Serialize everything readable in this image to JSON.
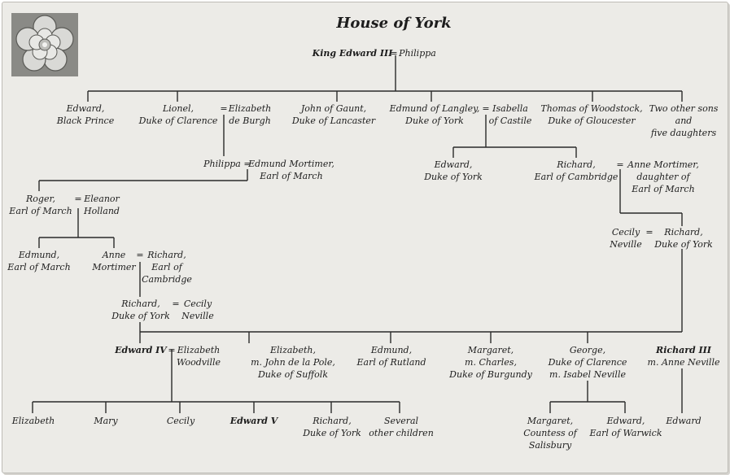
{
  "title": "House of York",
  "people": {
    "edward_iii": "King Edward III",
    "philippa_h": "Philippa",
    "black_prince": "Edward,\nBlack Prince",
    "lionel": "Lionel,\nDuke of Clarence",
    "eliz_burgh": "Elizabeth\nde Burgh",
    "john_gaunt": "John of Gaunt,\nDuke of Lancaster",
    "edmund_langley": "Edmund of Langley,\nDuke of York",
    "isabella": "Isabella\nof Castile",
    "thomas": "Thomas of Woodstock,\nDuke of Gloucester",
    "others": "Two other sons\nand\nfive daughters",
    "philippa_c": "Philippa",
    "edm_mortimer": "Edmund Mortimer,\nEarl of March",
    "edward_york": "Edward,\nDuke of York",
    "richard_cam": "Richard,\nEarl of Cambridge",
    "anne_mortimer_d": "Anne Mortimer,\ndaughter of\nEarl of March",
    "roger": "Roger,\nEarl of March",
    "eleanor": "Eleanor\nHolland",
    "cecily_r": "Cecily\nNeville",
    "richard_york_r": "Richard,\nDuke of York",
    "edmund_march": "Edmund,\nEarl of March",
    "anne_mortimer": "Anne\nMortimer",
    "richard_cam2": "Richard,\nEarl of\nCambridge",
    "richard_york": "Richard,\nDuke of York",
    "cecily": "Cecily\nNeville",
    "edward_iv": "Edward IV",
    "eliz_woodville": "Elizabeth\nWoodville",
    "eliz_pole": "Elizabeth,\nm. John de la Pole,\nDuke of Suffolk",
    "edmund_rutland": "Edmund,\nEarl of Rutland",
    "margaret_burg": "Margaret,\nm. Charles,\nDuke of Burgundy",
    "george": "George,\nDuke of Clarence\nm. Isabel Neville",
    "richard_iii": "Richard III",
    "anne_neville": "m. Anne Neville",
    "elizabeth": "Elizabeth",
    "mary": "Mary",
    "cecily_c": "Cecily",
    "edward_v": "Edward V",
    "richard_york_c": "Richard,\nDuke of York",
    "several": "Several\nother children",
    "margaret_sal": "Margaret,\nCountess of\nSalisbury",
    "edward_warwick": "Edward,\nEarl of Warwick",
    "edward_c": "Edward"
  },
  "marriage_sign": "=",
  "icons": {
    "emblem": "rose-icon"
  },
  "colors": {
    "paper": "#ecebe7",
    "ink": "#1d1d1d",
    "rose": "#d9d9d6"
  }
}
